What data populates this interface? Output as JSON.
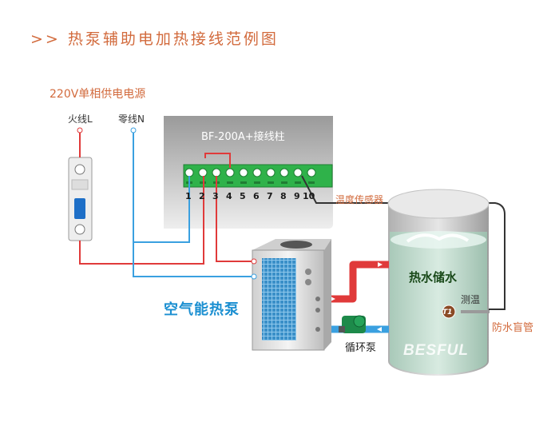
{
  "title": ">> 热泵辅助电加热接线范例图",
  "power_label": "220V单相供电电源",
  "live_label": "火线L",
  "neutral_label": "零线N",
  "panel_label": "BF-200A+接线柱",
  "terminals": [
    "1",
    "2",
    "3",
    "4",
    "5",
    "6",
    "7",
    "8",
    "9",
    "10"
  ],
  "sensor_label": "温度传感器",
  "tank_label": "热水储水",
  "measure_label": "测温",
  "sensor_tag": "T1",
  "blind_pipe_label": "防水盲管",
  "pump_label": "循环泵",
  "heat_pump_label": "空气能热泵",
  "brand": "BESFUL",
  "colors": {
    "accent": "#d26a3c",
    "live_wire": "#e03a3a",
    "neutral_wire": "#3aa0e0",
    "terminal_green": "#2fb24a"
  }
}
